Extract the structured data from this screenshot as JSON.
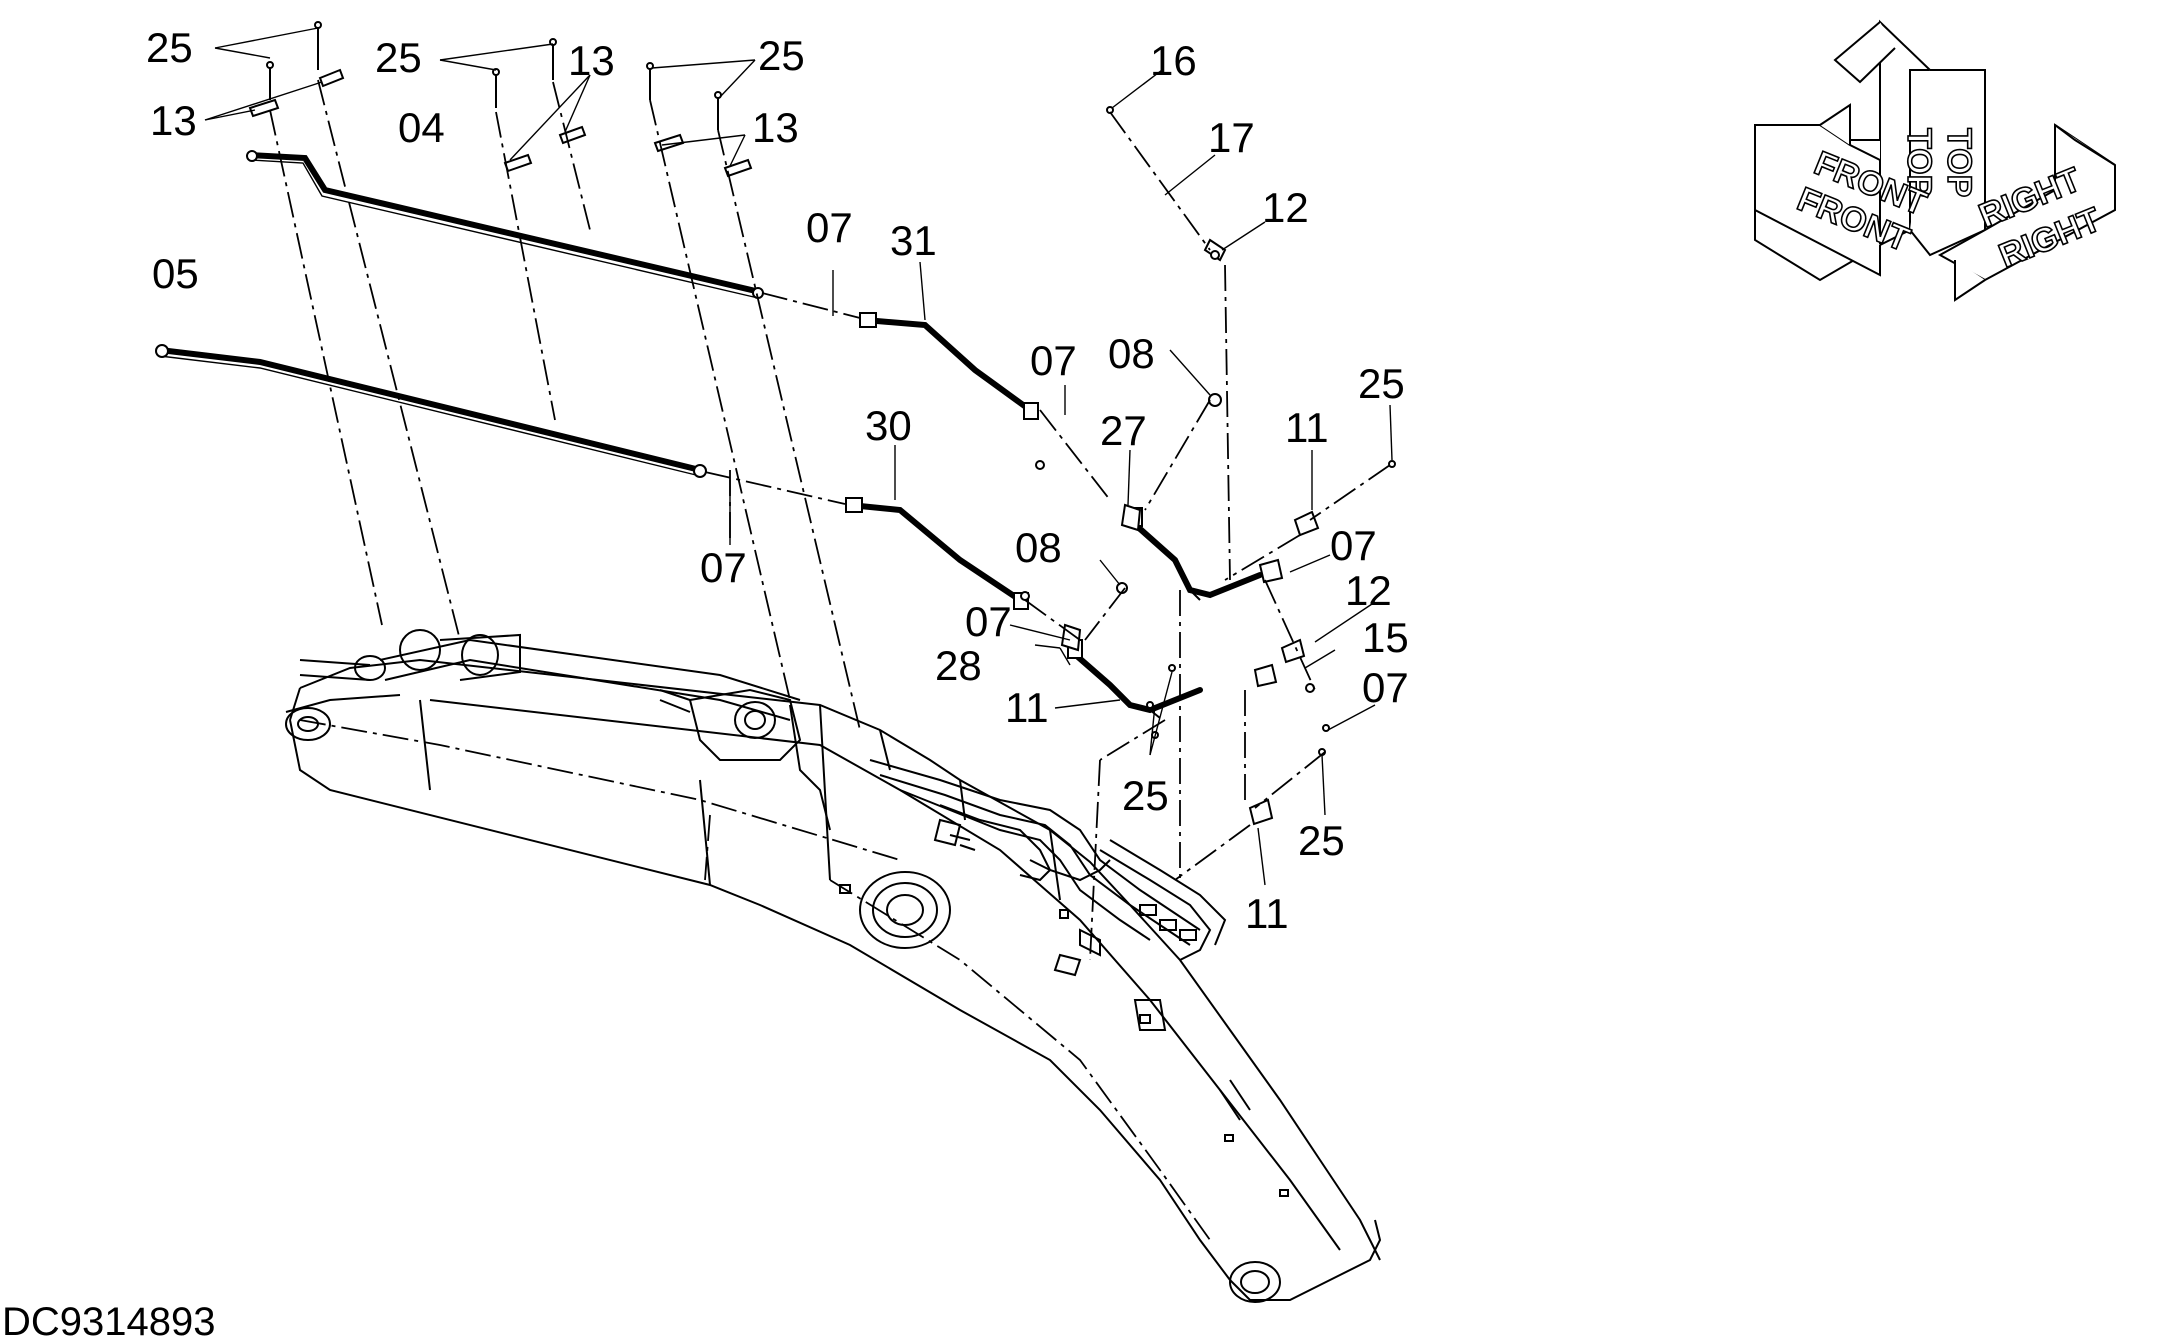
{
  "callouts": {
    "c25_a": "25",
    "c13_a": "13",
    "c25_b": "25",
    "c13_b": "13",
    "c04": "04",
    "c25_c": "25",
    "c13_c": "13",
    "c05": "05",
    "c16": "16",
    "c17": "17",
    "c12_a": "12",
    "c07_a": "07",
    "c31": "31",
    "c07_b": "07",
    "c08_a": "08",
    "c25_d": "25",
    "c30": "30",
    "c27": "27",
    "c11_a": "11",
    "c07_c": "07",
    "c08_b": "08",
    "c07_d": "07",
    "c12_b": "12",
    "c07_e": "07",
    "c15": "15",
    "c28": "28",
    "c07_f": "07",
    "c11_b": "11",
    "c25_e": "25",
    "c25_f": "25",
    "c11_c": "11"
  },
  "orientation": {
    "top_1": "TOP",
    "top_2": "TOP",
    "front_1": "FRONT",
    "front_2": "FRONT",
    "right_1": "RIGHT",
    "right_2": "RIGHT"
  },
  "drawing_number": "DC9314893"
}
